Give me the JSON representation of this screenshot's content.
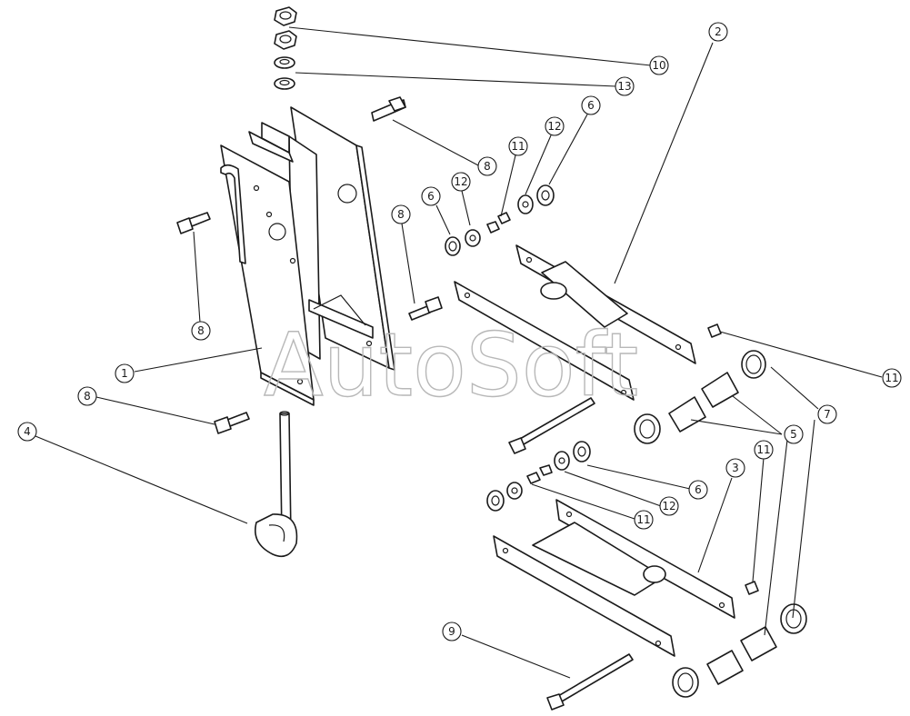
{
  "watermark": "AutoSoft",
  "callouts": [
    {
      "label": "10"
    },
    {
      "label": "13"
    },
    {
      "label": "2"
    },
    {
      "label": "8"
    },
    {
      "label": "6"
    },
    {
      "label": "12"
    },
    {
      "label": "11"
    },
    {
      "label": "12"
    },
    {
      "label": "6"
    },
    {
      "label": "8"
    },
    {
      "label": "8"
    },
    {
      "label": "1"
    },
    {
      "label": "11"
    },
    {
      "label": "7"
    },
    {
      "label": "5"
    },
    {
      "label": "8"
    },
    {
      "label": "4"
    },
    {
      "label": "6"
    },
    {
      "label": "12"
    },
    {
      "label": "11"
    },
    {
      "label": "3"
    },
    {
      "label": "11"
    },
    {
      "label": "9"
    }
  ]
}
